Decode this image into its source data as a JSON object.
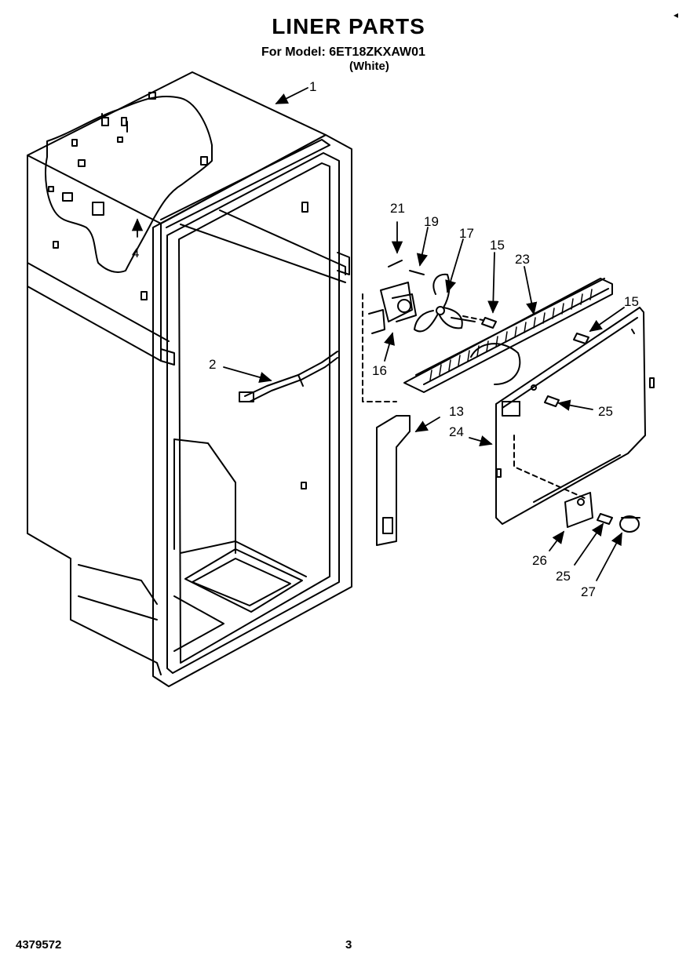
{
  "header": {
    "title": "LINER PARTS",
    "model": "For Model: 6ET18ZKXAW01",
    "variant": "(White)"
  },
  "callouts": {
    "c1": "1",
    "c2": "2",
    "c4": "4",
    "c13": "13",
    "c15a": "15",
    "c15b": "15",
    "c16": "16",
    "c17": "17",
    "c19": "19",
    "c21": "21",
    "c23": "23",
    "c24": "24",
    "c25a": "25",
    "c25b": "25",
    "c26": "26",
    "c27": "27"
  },
  "footer": {
    "doc_number": "4379572",
    "page": "3"
  }
}
